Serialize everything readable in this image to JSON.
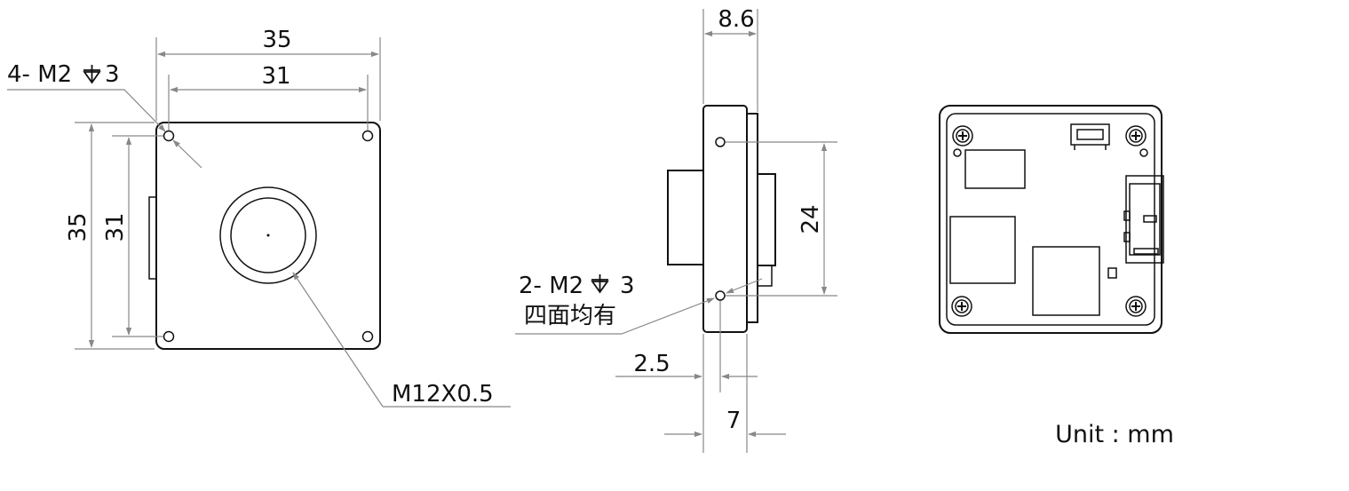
{
  "front_view": {
    "outer_width": "35",
    "hole_spacing_width": "31",
    "outer_height": "35",
    "hole_spacing_height": "31",
    "hole_callout_count": "4- M2",
    "hole_callout_depth": "3",
    "lens_thread": "M12X0.5"
  },
  "side_view": {
    "thickness_top": "8.6",
    "hole_spacing": "24",
    "hole_callout_count": "2- M2",
    "hole_callout_depth": "3",
    "hole_note": "四面均有",
    "hole_offset": "2.5",
    "body_depth": "7"
  },
  "unit_label": "Unit : mm"
}
